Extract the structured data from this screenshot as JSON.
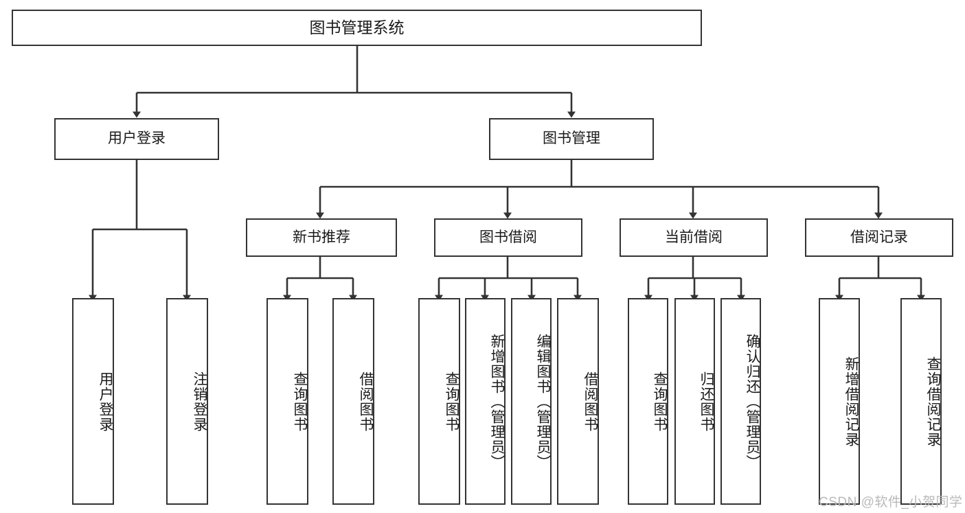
{
  "diagram": {
    "type": "tree",
    "title": "图书管理系统",
    "root": {
      "label": "图书管理系统"
    },
    "level1": [
      {
        "label": "用户登录"
      },
      {
        "label": "图书管理"
      }
    ],
    "level2": [
      {
        "label": "新书推荐"
      },
      {
        "label": "图书借阅"
      },
      {
        "label": "当前借阅"
      },
      {
        "label": "借阅记录"
      }
    ],
    "leaves": {
      "user_login": [
        {
          "label": "用户登录"
        },
        {
          "label": "注销登录"
        }
      ],
      "new_book_recommend": [
        {
          "label": "查询图书"
        },
        {
          "label": "借阅图书"
        }
      ],
      "book_borrow": [
        {
          "label": "查询图书"
        },
        {
          "label": "新增图书（管理员）"
        },
        {
          "label": "编辑图书（管理员）"
        },
        {
          "label": "借阅图书"
        }
      ],
      "current_borrow": [
        {
          "label": "查询图书"
        },
        {
          "label": "归还图书"
        },
        {
          "label": "确认归还（管理员）"
        }
      ],
      "borrow_record": [
        {
          "label": "新增借阅记录"
        },
        {
          "label": "查询借阅记录"
        }
      ]
    }
  },
  "watermark": {
    "text": "CSDN @软件_小贺同学",
    "color": "#b9b9b9"
  },
  "style": {
    "line_color": "#333333",
    "box_border": "#333333",
    "box_fill": "#ffffff",
    "text_color": "#1a1a1a"
  }
}
